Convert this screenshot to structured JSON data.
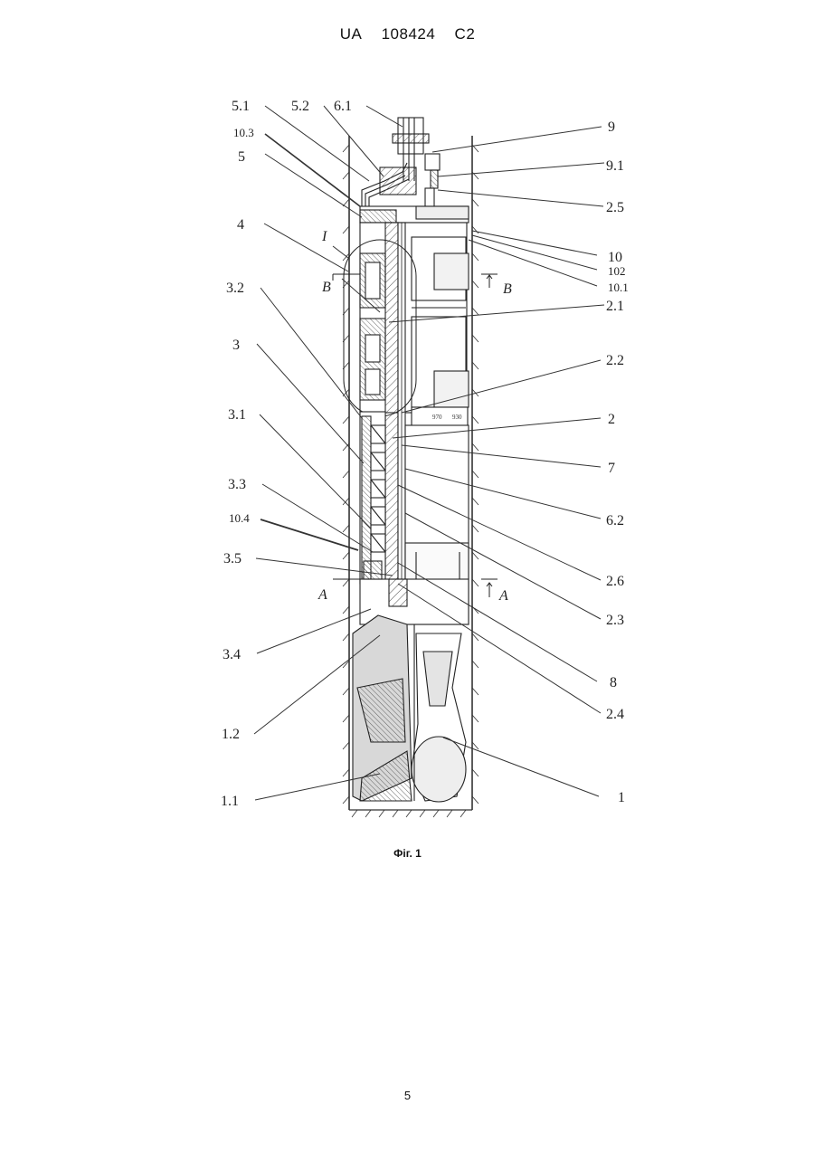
{
  "header": {
    "country": "UA",
    "number": "108424",
    "kind": "C2"
  },
  "figure": {
    "caption": "Фіг. 1",
    "labels": {
      "l51": "5.1",
      "l52": "5.2",
      "l61": "6.1",
      "l9": "9",
      "l103": "10.3",
      "l91": "9.1",
      "l5": "5",
      "l25": "2.5",
      "l4": "4",
      "l10": "10",
      "lI": "I",
      "l102": "102",
      "lB1": "B",
      "lB2": "B",
      "l101": "10.1",
      "l32": "3.2",
      "l21": "2.1",
      "l3": "3",
      "l22": "2.2",
      "l31": "3.1",
      "l2": "2",
      "l7": "7",
      "l33": "3.3",
      "l62": "6.2",
      "l104": "10.4",
      "l35": "3.5",
      "l26": "2.6",
      "lA1": "A",
      "lA2": "A",
      "l23": "2.3",
      "l34": "3.4",
      "l8": "8",
      "l12": "1.2",
      "l24": "2.4",
      "l11": "1.1",
      "l1": "1"
    }
  },
  "page_number": "5"
}
